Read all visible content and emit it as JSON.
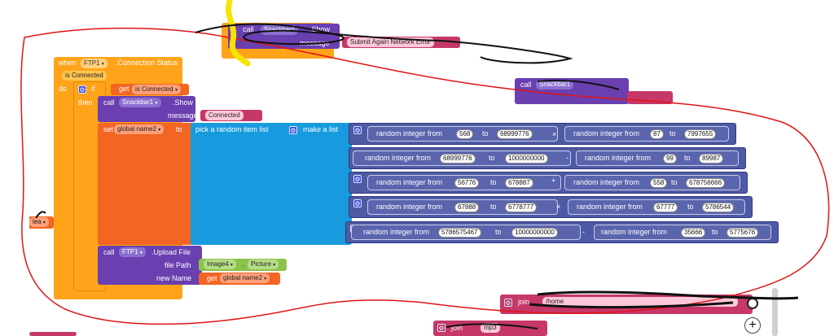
{
  "event": {
    "when": "when",
    "component": "FTP1",
    "event_name": ".Connection Status",
    "param": "is Connected",
    "do": "do"
  },
  "if_block": {
    "if": "if",
    "then": "then",
    "get": "get",
    "var": "is Connected"
  },
  "snackbar_call": {
    "call": "call",
    "component": "Snackbar1",
    "method": ".Show",
    "message_label": "message",
    "message": "Connected"
  },
  "set_block": {
    "set": "set",
    "var": "global name2",
    "to": "to"
  },
  "pick_random": "pick a random item  list",
  "make_list": "make a list",
  "rows": [
    {
      "label_a": "random integer from",
      "a_from": "568",
      "to_a": "to",
      "a_to": "68999776",
      "op": "×",
      "label_b": "random integer from",
      "b_from": "87",
      "to_b": "to",
      "b_to": "7997655"
    },
    {
      "label_a": "random integer from",
      "a_from": "68999776",
      "to_a": "to",
      "a_to": "1000000000",
      "op": "-",
      "label_b": "random integer from",
      "b_from": "99",
      "to_b": "to",
      "b_to": "89987"
    },
    {
      "label_a": "random integer from",
      "a_from": "56776",
      "to_a": "to",
      "a_to": "678887",
      "op": "+",
      "label_b": "random integer from",
      "b_from": "558",
      "to_b": "to",
      "b_to": "678756666"
    },
    {
      "label_a": "random integer from",
      "a_from": "67888",
      "to_a": "to",
      "a_to": "6778777",
      "op": "×",
      "label_b": "random integer from",
      "b_from": "67777",
      "to_b": "to",
      "b_to": "5786544"
    },
    {
      "label_a": "random integer from",
      "a_from": "5786575467",
      "to_a": "to",
      "a_to": "10000000000",
      "op": "-",
      "label_b": "random integer from",
      "b_from": "35666",
      "to_b": "to",
      "b_to": "5775676"
    }
  ],
  "upload_call": {
    "call": "call",
    "component": "FTP1",
    "method": ".Upload File",
    "file_path_label": "file Path",
    "image": "Image4",
    "picture": "Picture",
    "new_name_label": "new Name",
    "get": "get",
    "var": "global name2"
  },
  "top_snackbar": {
    "call": "call",
    "component": "Snackbar1",
    "method": ".Show",
    "message_label": "message",
    "message": "Submit Again Network Error"
  },
  "right_snackbar": {
    "call": "call",
    "component": "Snackbar1"
  },
  "left_partial": "lea",
  "join_blocks": [
    {
      "label": "join",
      "value": "/home"
    },
    {
      "label": "join",
      "value": "mp3"
    }
  ],
  "colors": {
    "event": "#ffa41a",
    "control": "#ffa41a",
    "procedure": "#6a3fb0",
    "variable": "#f26522",
    "list": "#189bde",
    "math": "#3f51b5",
    "text": "#c63868",
    "component": "#8bc34a",
    "annotation": "#e01515"
  },
  "icons": {
    "mutator": "gear-icon",
    "zoom_in": "plus-icon"
  }
}
